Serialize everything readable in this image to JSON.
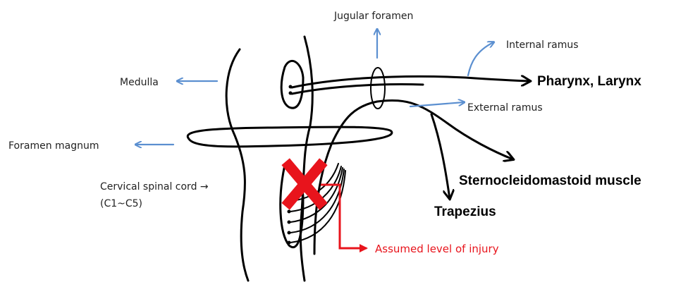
{
  "labels": {
    "jugular_foramen": "Jugular foramen",
    "internal_ramus": "Internal ramus",
    "pharynx_larynx": "Pharynx, Larynx",
    "medulla": "Medulla",
    "external_ramus": "External ramus",
    "foramen_magnum": "Foramen magnum",
    "cervical_spinal_cord": "Cervical spinal cord →",
    "cervical_levels": "(C1~C5)",
    "sternocleidomastoid": "Sternocleidomastoid muscle",
    "trapezius": "Trapezius",
    "assumed_injury": "Assumed level of injury"
  },
  "colors": {
    "arrow_blue": "#5b8fd0",
    "injury_red": "#e8141c",
    "nerve_black": "#000000"
  },
  "icons": {
    "injury_marker": "red-x-mark"
  }
}
